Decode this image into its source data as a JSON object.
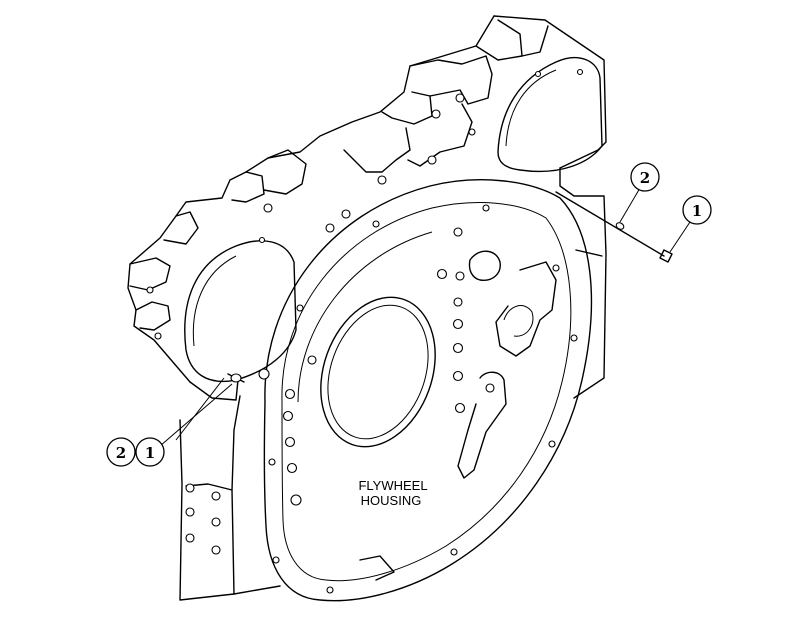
{
  "diagram": {
    "label_line1": "FLYWHEEL",
    "label_line2": "HOUSING",
    "callouts": {
      "right_washer": "2",
      "right_bolt": "1",
      "left_washer": "2",
      "left_bolt": "1"
    }
  }
}
